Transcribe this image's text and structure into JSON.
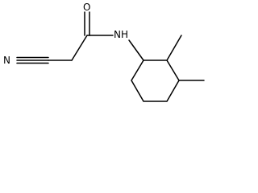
{
  "molecule": {
    "atoms": {
      "nitrile_nitrogen": "N",
      "carbonyl_oxygen": "O",
      "amide_nitrogen": "NH"
    }
  }
}
